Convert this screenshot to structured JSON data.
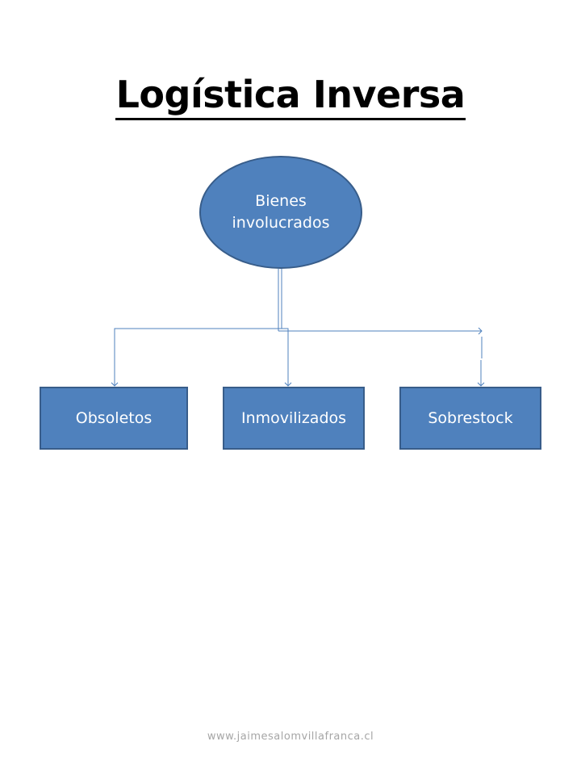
{
  "title": "Logística Inversa",
  "root_node": {
    "label": "Bienes involucrados"
  },
  "child_nodes": [
    {
      "label": "Obsoletos"
    },
    {
      "label": "Inmovilizados"
    },
    {
      "label": "Sobrestock"
    }
  ],
  "footer": "www.jaimesalomvillafranca.cl",
  "colors": {
    "node_fill": "#4f81bd",
    "node_border": "#385d8a",
    "connector": "#4f81bd",
    "title": "#000000",
    "footer": "#a6a6a6"
  }
}
